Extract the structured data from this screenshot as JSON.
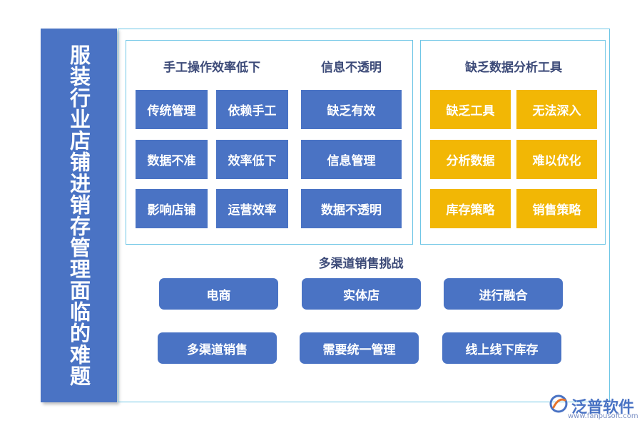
{
  "side_title": "服装行业店铺进销存管理面临的难题",
  "left_panel": {
    "heading_a": "手工操作效率低下",
    "heading_b": "信息不透明",
    "boxes_a": [
      "传统管理",
      "依赖手工",
      "数据不准",
      "效率低下",
      "影响店铺",
      "运营效率"
    ],
    "boxes_b": [
      "缺乏有效",
      "信息管理",
      "数据不透明"
    ]
  },
  "right_panel": {
    "heading": "缺乏数据分析工具",
    "boxes": [
      "缺乏工具",
      "无法深入",
      "分析数据",
      "难以优化",
      "库存策略",
      "销售策略"
    ]
  },
  "bottom": {
    "heading": "多渠道销售挑战",
    "pills": [
      "电商",
      "实体店",
      "进行融合",
      "多渠道销售",
      "需要统一管理",
      "线上线下库存"
    ]
  },
  "logo": {
    "name": "泛普软件",
    "url": "www.fanpusoft.com"
  },
  "colors": {
    "blue": "#4a73c4",
    "gold": "#f2b705",
    "border": "#6fc6e6"
  }
}
